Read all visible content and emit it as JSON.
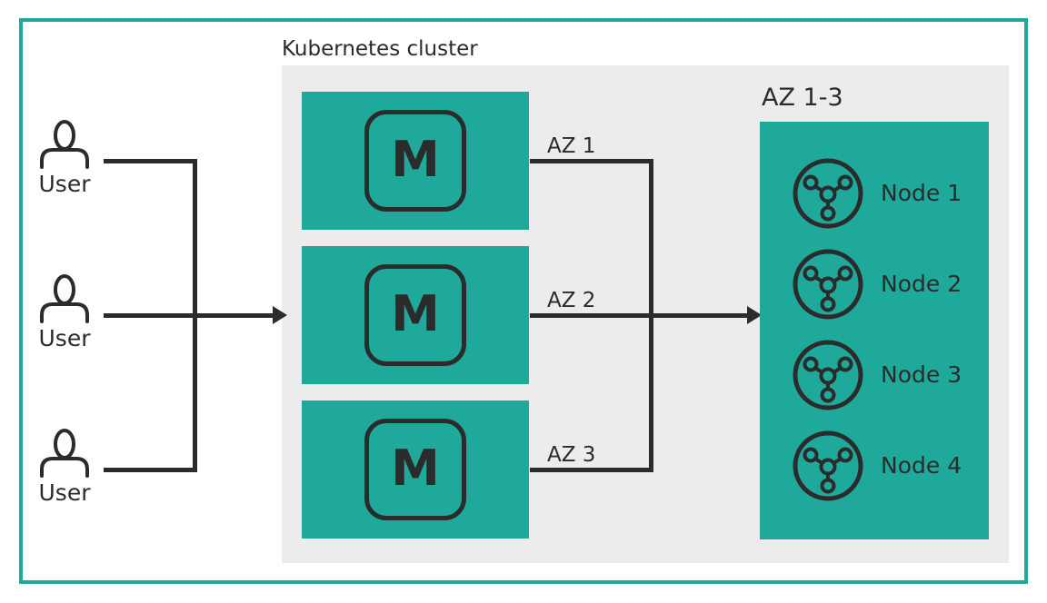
{
  "colors": {
    "teal": "#1FA99B",
    "dark": "#2B2B2B",
    "panel": "#ECECEC",
    "bg": "#FFFFFF"
  },
  "cluster": {
    "title": "Kubernetes cluster"
  },
  "users": [
    {
      "label": "User"
    },
    {
      "label": "User"
    },
    {
      "label": "User"
    }
  ],
  "masters": [
    {
      "icon_letter": "M",
      "az_label": "AZ 1"
    },
    {
      "icon_letter": "M",
      "az_label": "AZ 2"
    },
    {
      "icon_letter": "M",
      "az_label": "AZ 3"
    }
  ],
  "az_group": {
    "title": "AZ 1-3",
    "nodes": [
      {
        "label": "Node 1"
      },
      {
        "label": "Node 2"
      },
      {
        "label": "Node 3"
      },
      {
        "label": "Node 4"
      }
    ]
  }
}
